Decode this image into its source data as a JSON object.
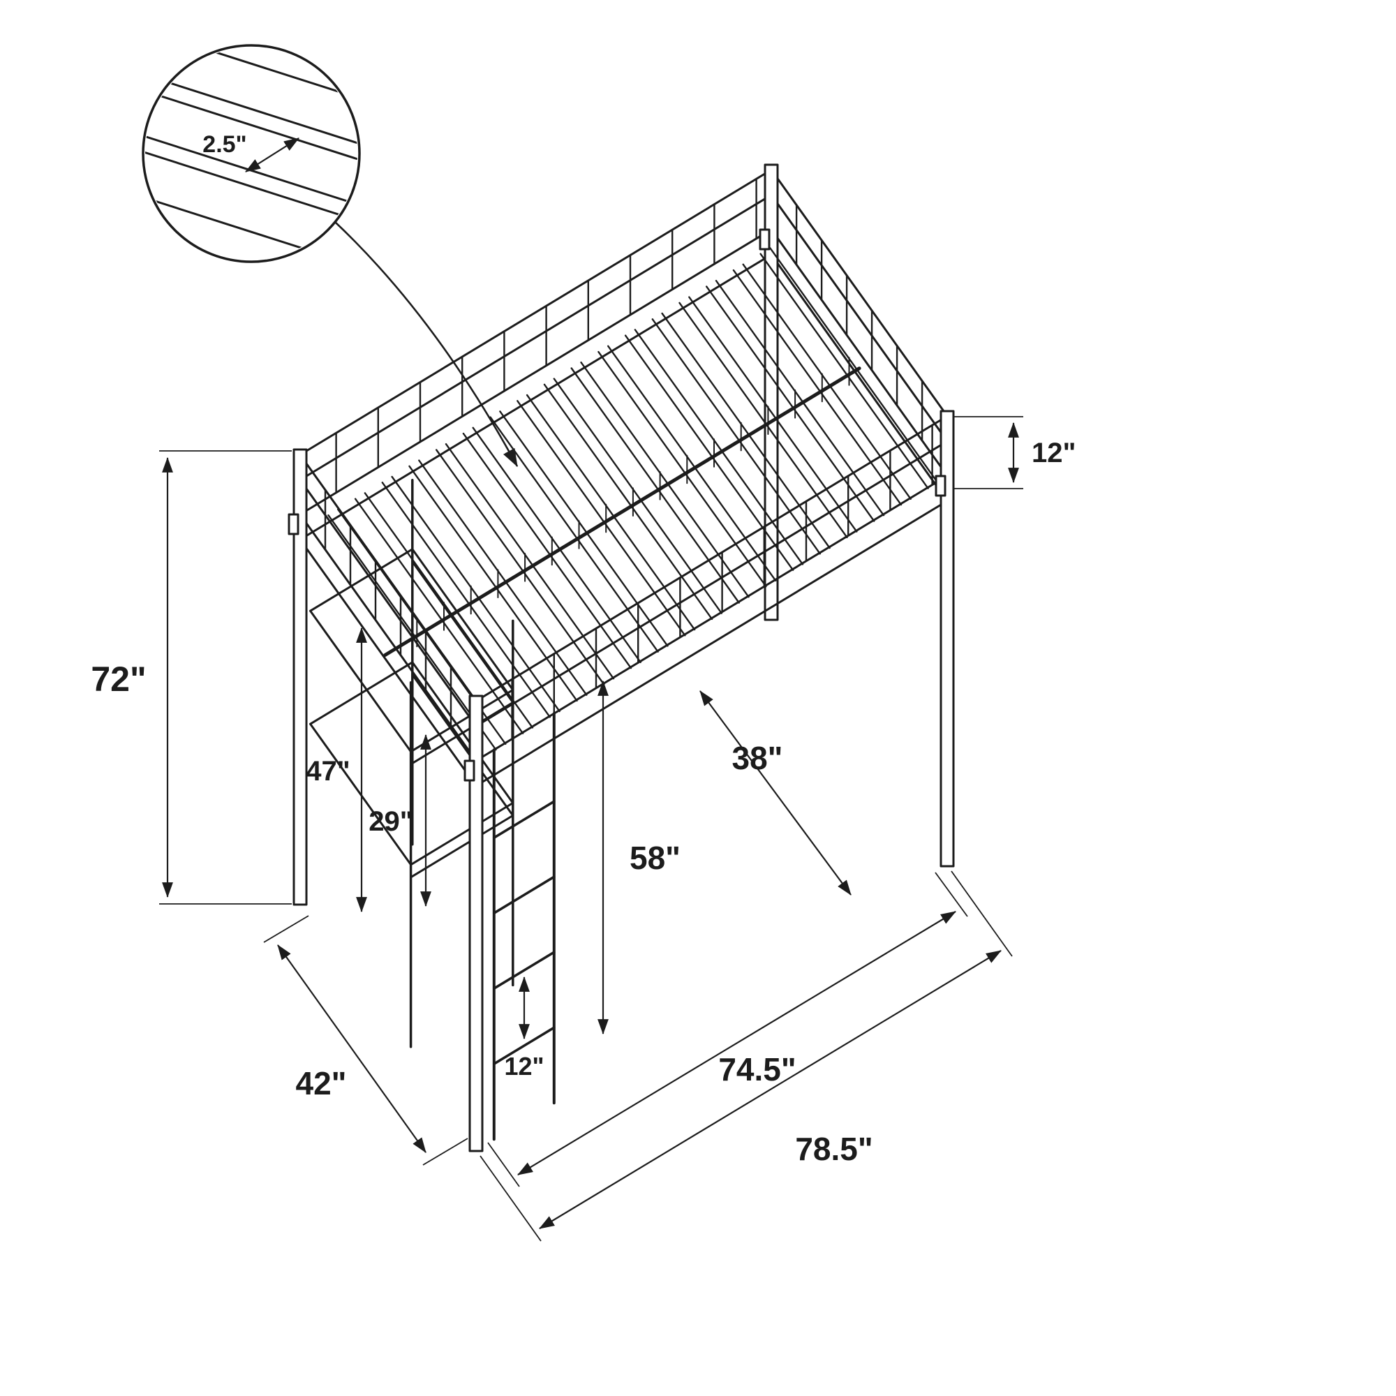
{
  "diagram": {
    "subject": "metal loft bed with ladder and storage shelves",
    "view": "isometric dimension drawing",
    "line_color": "#1c1c1c",
    "background_color": "#ffffff",
    "detail_inset": {
      "description": "magnified-slat-spacing-detail",
      "label": "2.5\""
    },
    "dimensions": {
      "slat_spacing": "2.5\"",
      "guardrail_height": "12\"",
      "overall_height": "72\"",
      "upper_shelf_height": "47\"",
      "lower_shelf_height": "29\"",
      "ladder_rung_spacing": "12\"",
      "underbed_clearance": "58\"",
      "interior_width": "38\"",
      "overall_width": "42\"",
      "interior_length": "74.5\"",
      "overall_length": "78.5\""
    }
  }
}
